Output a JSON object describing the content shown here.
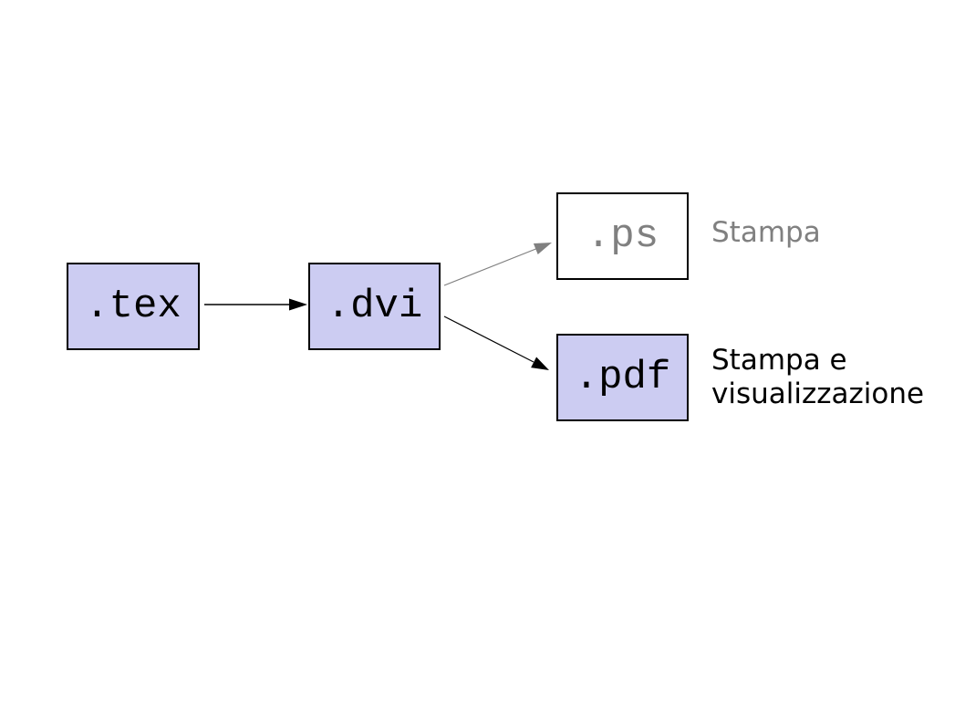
{
  "diagram": {
    "background": "#ffffff",
    "nodes": {
      "tex": {
        "label": ".tex",
        "fill": "#ccccf2",
        "border": "#000000",
        "text_color": "#000000"
      },
      "dvi": {
        "label": ".dvi",
        "fill": "#ccccf2",
        "border": "#000000",
        "text_color": "#000000"
      },
      "ps": {
        "label": ".ps",
        "fill": "#ffffff",
        "border": "#000000",
        "text_color": "#808080"
      },
      "pdf": {
        "label": ".pdf",
        "fill": "#ccccf2",
        "border": "#000000",
        "text_color": "#000000"
      }
    },
    "edges": [
      {
        "from": "tex",
        "to": "dvi",
        "color": "#000000"
      },
      {
        "from": "dvi",
        "to": "ps",
        "color": "#808080"
      },
      {
        "from": "dvi",
        "to": "pdf",
        "color": "#000000"
      }
    ],
    "annotations": {
      "ps": {
        "text": "Stampa",
        "color": "#808080"
      },
      "pdf": {
        "text": "Stampa e visualizzazione",
        "color": "#000000"
      }
    }
  }
}
